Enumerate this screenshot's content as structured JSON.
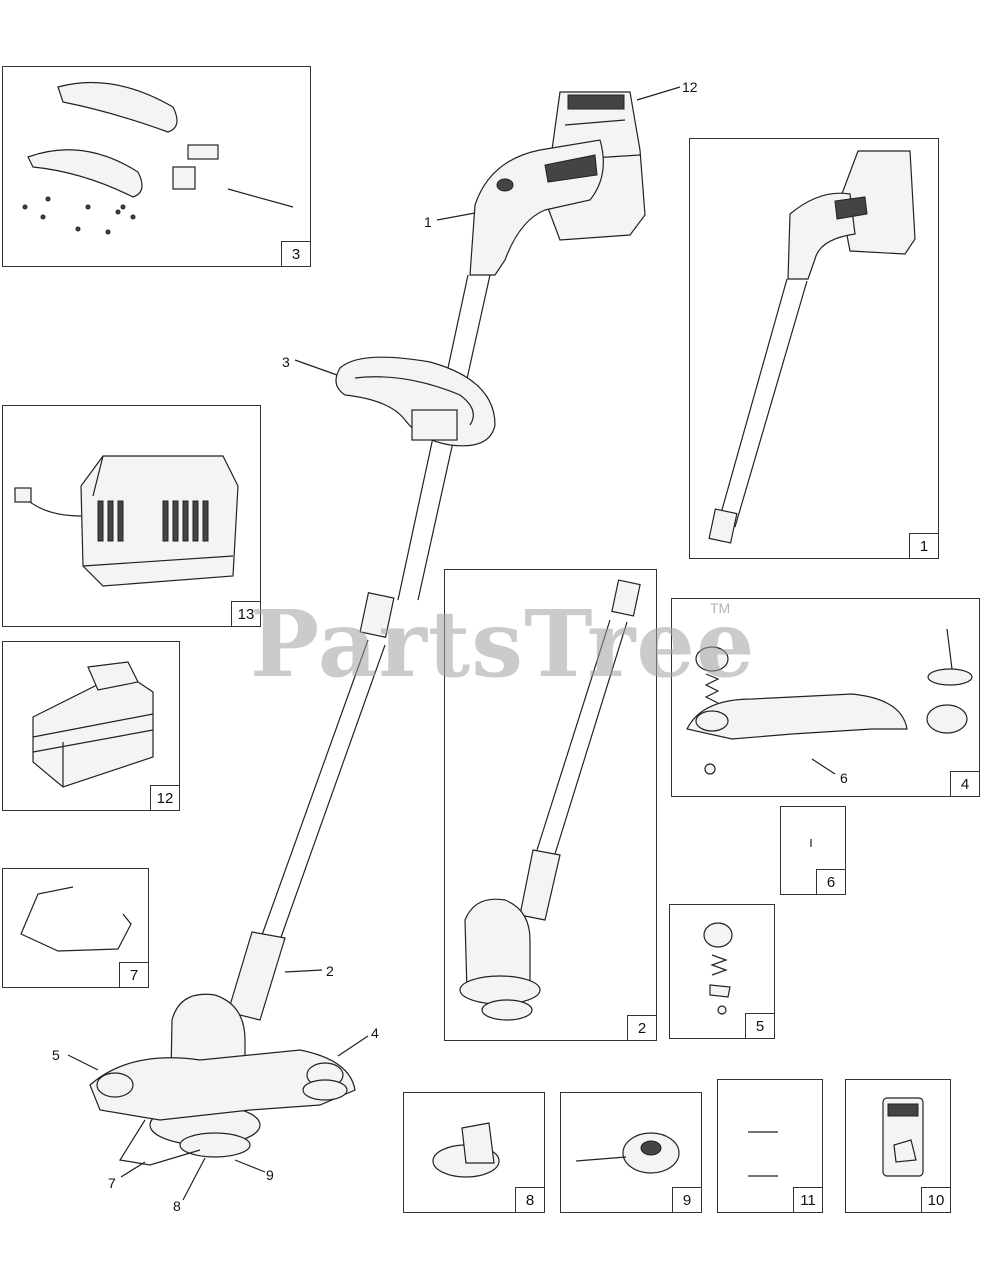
{
  "watermark": {
    "text": "PartsTree",
    "trademark": "TM"
  },
  "panels": [
    {
      "id": "3",
      "label": "3"
    },
    {
      "id": "1",
      "label": "1"
    },
    {
      "id": "13",
      "label": "13"
    },
    {
      "id": "12",
      "label": "12"
    },
    {
      "id": "2",
      "label": "2"
    },
    {
      "id": "4",
      "label": "4"
    },
    {
      "id": "6",
      "label": "6"
    },
    {
      "id": "7",
      "label": "7"
    },
    {
      "id": "5",
      "label": "5"
    },
    {
      "id": "8",
      "label": "8"
    },
    {
      "id": "9",
      "label": "9"
    },
    {
      "id": "11",
      "label": "11"
    },
    {
      "id": "10",
      "label": "10"
    }
  ],
  "callouts": {
    "c12": "12",
    "c1": "1",
    "c3": "3",
    "c2": "2",
    "c4": "4",
    "c5": "5",
    "c7": "7",
    "c8": "8",
    "c9": "9",
    "panel4_c6": "6"
  }
}
